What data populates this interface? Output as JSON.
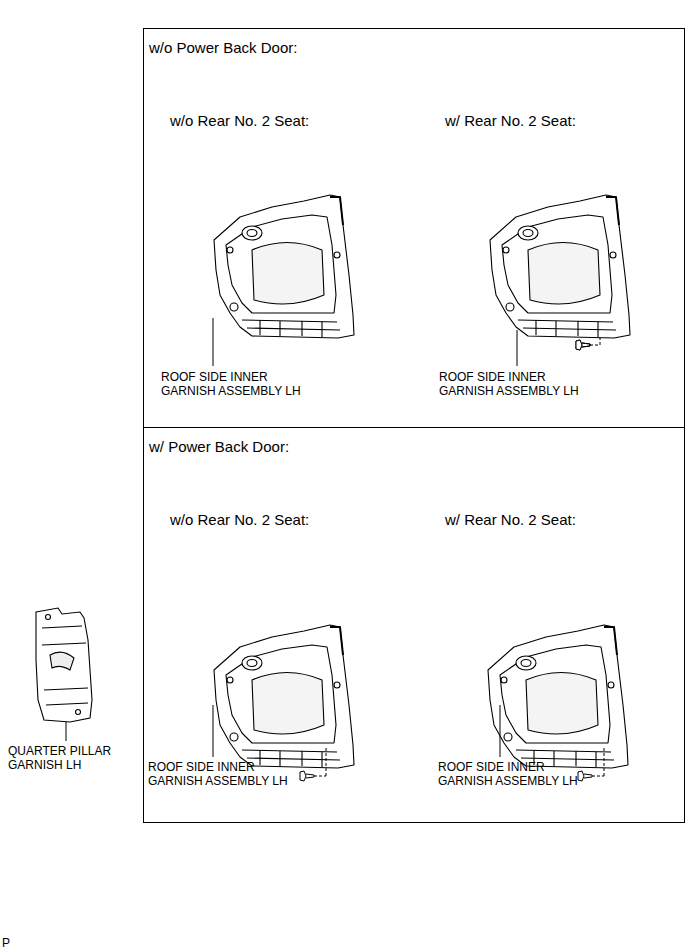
{
  "diagram": {
    "nodes": [
      {
        "text": [
          "w/o Power Back Door:"
        ]
      },
      {
        "text": [
          "w/ Power Back Door:"
        ]
      }
    ],
    "labels": [
      "w/o Rear No. 2 Seat:",
      "w/ Rear No. 2 Seat:",
      "ROOF SIDE INNER GARNISH ASSEMBLY LH",
      "ROOF SIDE INNER GARNISH ASSEMBLY LH",
      "w/o Rear No. 2 Seat:",
      "w/ Rear No. 2 Seat:",
      "ROOF SIDE INNER GARNISH ASSEMBLY LH",
      "ROOF SIDE INNER GARNISH ASSEMBLY LH",
      "QUARTER PILLAR GARNISH LH",
      "P"
    ]
  }
}
